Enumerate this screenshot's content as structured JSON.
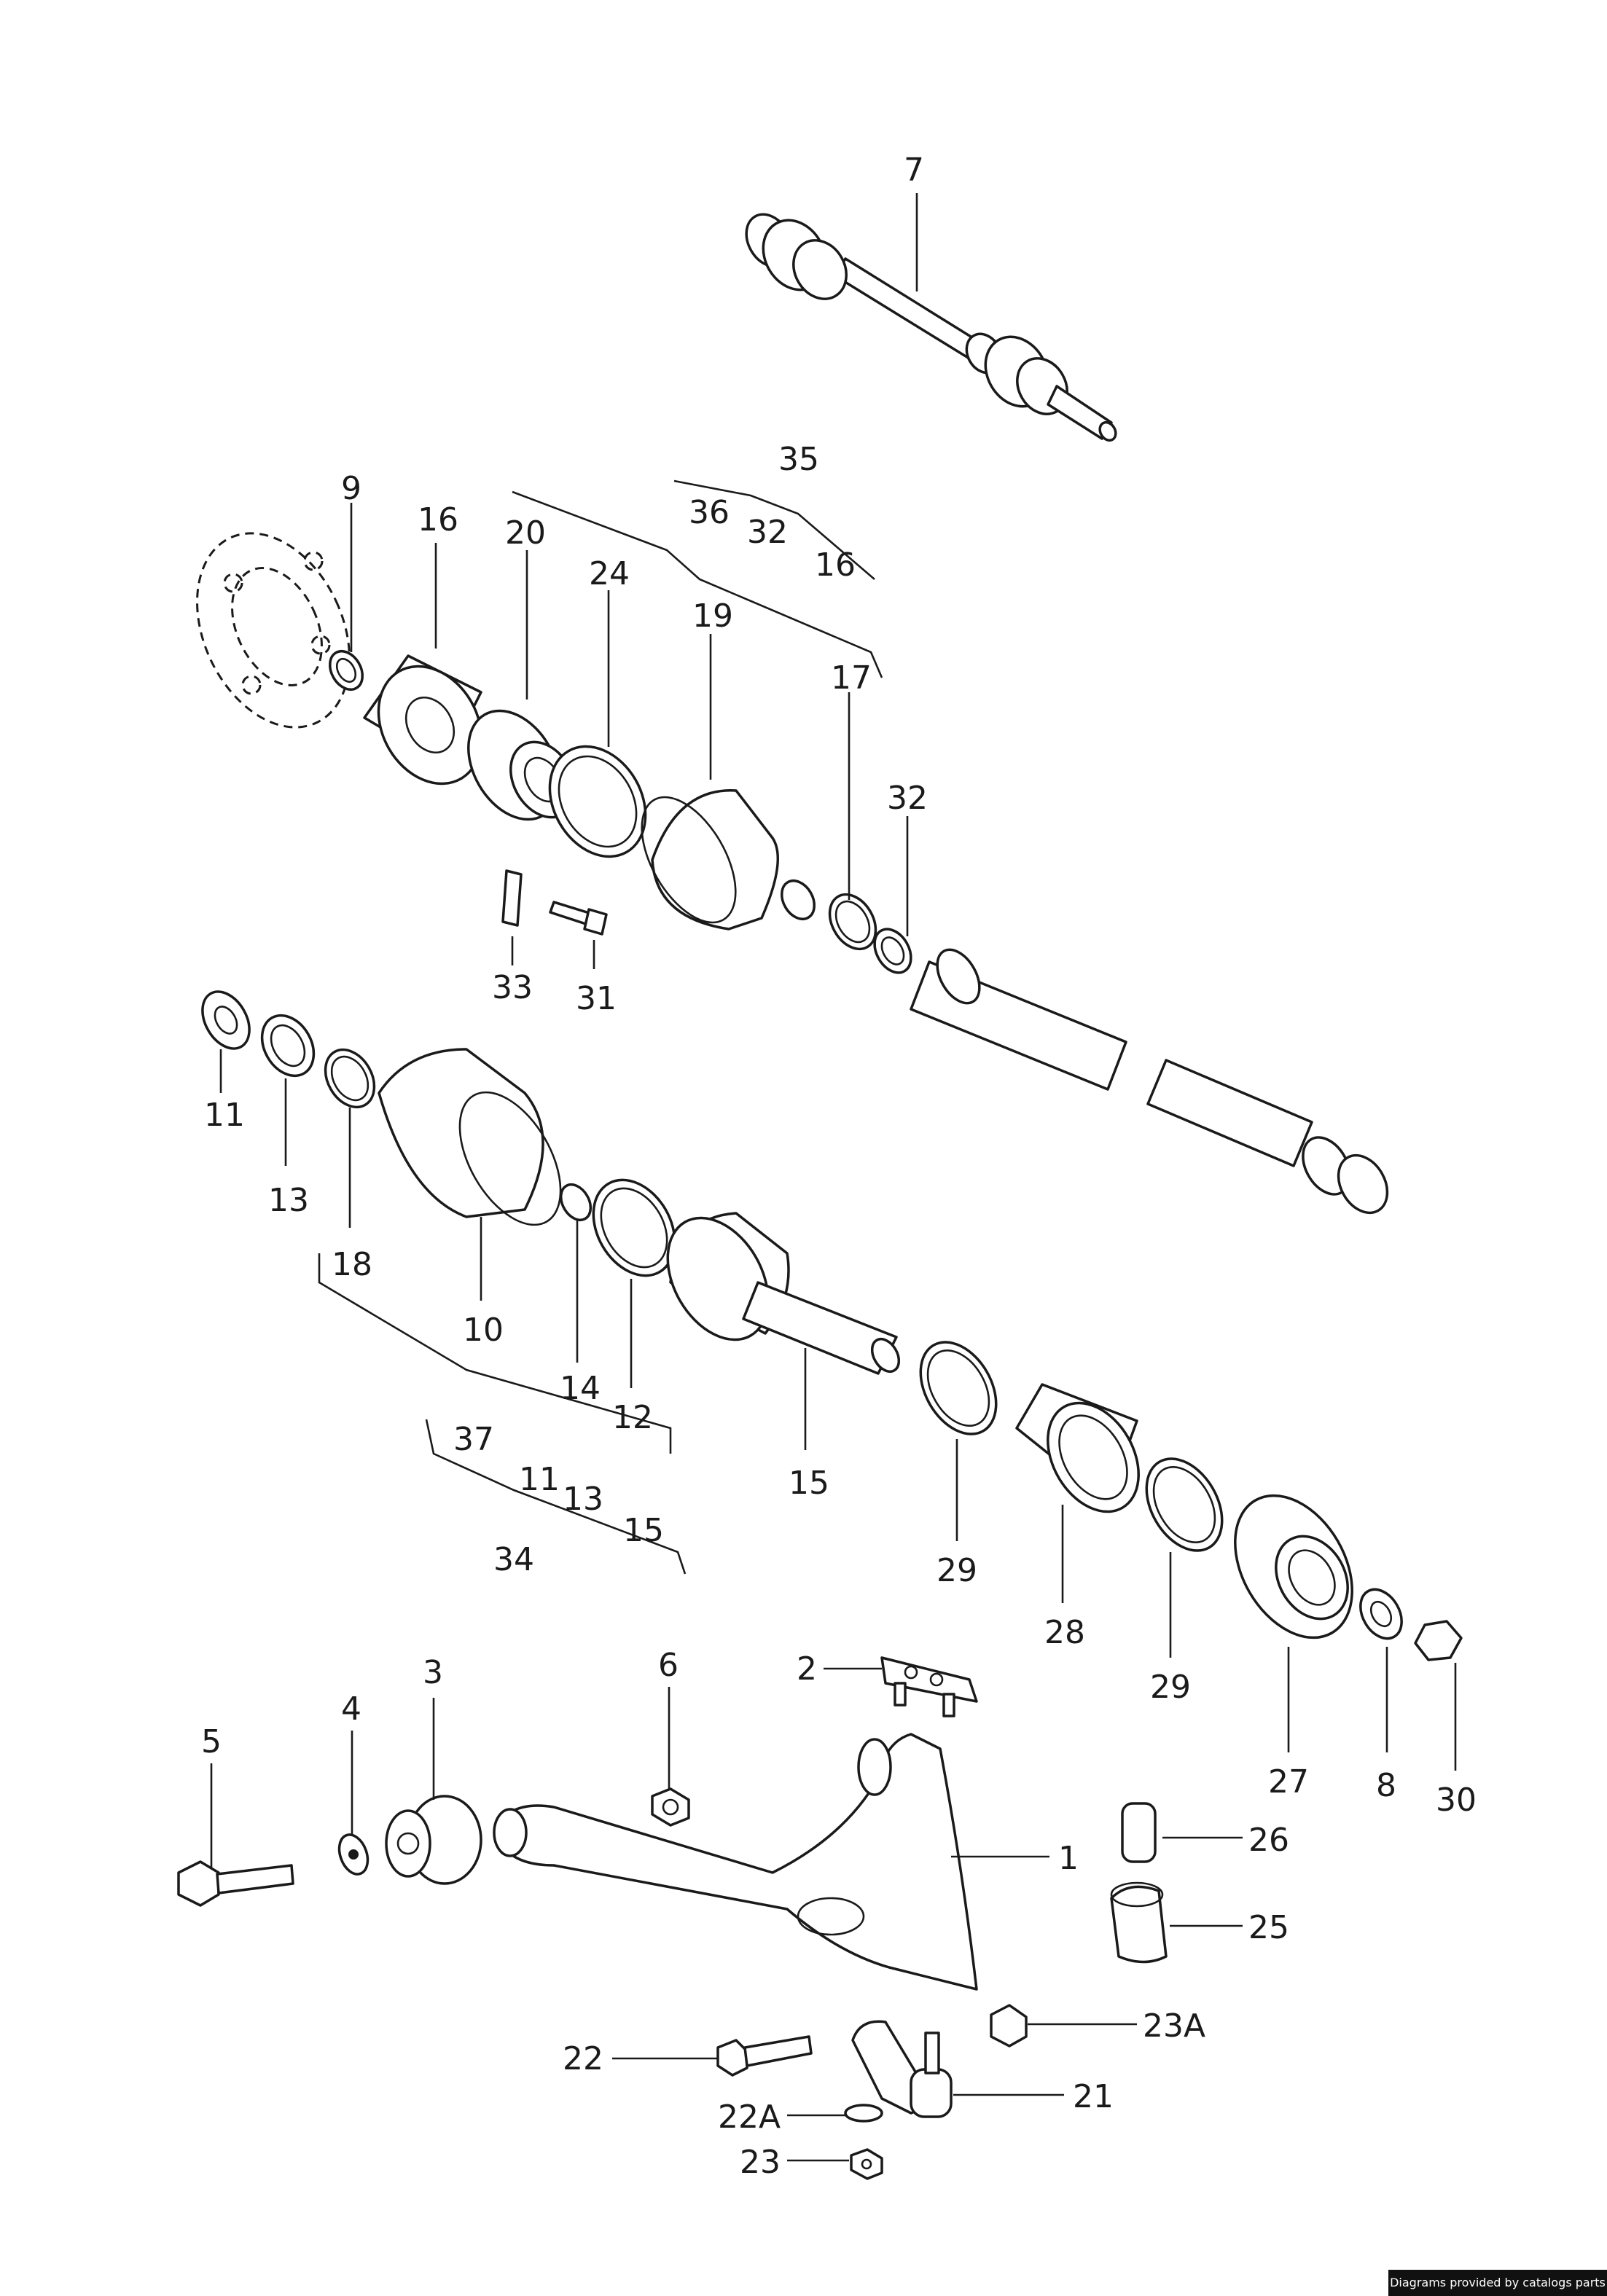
{
  "labels": [
    "7",
    "9",
    "16",
    "20",
    "24",
    "19",
    "35",
    "36",
    "32",
    "16",
    "17",
    "32",
    "33",
    "31",
    "11",
    "13",
    "18",
    "10",
    "14",
    "12",
    "15",
    "37",
    "11",
    "13",
    "15",
    "34",
    "29",
    "28",
    "29",
    "27",
    "8",
    "30",
    "5",
    "4",
    "3",
    "6",
    "2",
    "1",
    "26",
    "25",
    "23A",
    "22",
    "21",
    "22A",
    "23"
  ],
  "credit": "Diagrams provided by catalogs parts",
  "colors": {
    "line": "#1a1a1a",
    "background": "#ffffff",
    "credit_bg": "#111111"
  }
}
